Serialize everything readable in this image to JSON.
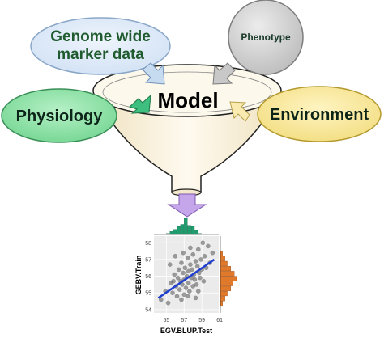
{
  "diagram": {
    "inputs": {
      "genome": {
        "line1": "Genome wide",
        "line2": "marker data",
        "fill": "#d9e7f7",
        "text_color": "#1f5b2e"
      },
      "phenotype": {
        "label": "Phenotype",
        "fill": "#d0d0d0",
        "text_color": "#1a3a2a"
      },
      "physiology": {
        "label": "Physiology",
        "fill": "#8fe0a5",
        "text_color": "#0d2418"
      },
      "environment": {
        "label": "Environment",
        "fill": "#f7e79a",
        "text_color": "#0d2418"
      }
    },
    "center": {
      "label": "Model",
      "funnel_fill": "#fdf6e4"
    },
    "arrows": {
      "blue": "#c7dbf0",
      "gray": "#c8c8c8",
      "green": "#3fbf7f",
      "yellow": "#f9eab0",
      "purple": "#c5a6ea"
    },
    "plot": {
      "xlabel": "EGV.BLUP.Test",
      "ylabel": "GEBV.Train",
      "xticks": [
        "55",
        "57",
        "59",
        "61"
      ],
      "yticks": [
        "54",
        "55",
        "56",
        "57",
        "58"
      ],
      "top_hist_color": "#1e9e6e",
      "side_hist_color": "#e07a2a",
      "fit_color": "#1f3fd0"
    }
  },
  "chart_data": {
    "type": "scatter",
    "xlabel": "EGV.BLUP.Test",
    "ylabel": "GEBV.Train",
    "xlim": [
      53.6,
      60.9
    ],
    "ylim": [
      53.8,
      58.4
    ],
    "xticks": [
      55,
      57,
      59,
      61
    ],
    "yticks": [
      54,
      55,
      56,
      57,
      58
    ],
    "grid": true,
    "fit_line": {
      "x": [
        54.1,
        60.4
      ],
      "y": [
        54.7,
        57.0
      ]
    },
    "top_histogram": {
      "bins": [
        55.0,
        55.4,
        55.8,
        56.2,
        56.6,
        57.0,
        57.4,
        57.8,
        58.2,
        58.6
      ],
      "counts": [
        1,
        3,
        5,
        8,
        10,
        16,
        9,
        8,
        4,
        1
      ]
    },
    "side_histogram": {
      "bins": [
        54.2,
        54.5,
        54.8,
        55.1,
        55.4,
        55.7,
        56.0,
        56.3,
        56.6,
        56.9,
        57.2
      ],
      "counts": [
        2,
        4,
        6,
        9,
        11,
        14,
        12,
        9,
        6,
        4,
        2
      ]
    },
    "points": [
      [
        54.4,
        54.6
      ],
      [
        54.9,
        55.1
      ],
      [
        55.2,
        54.4
      ],
      [
        55.5,
        55.6
      ],
      [
        55.7,
        55.0
      ],
      [
        55.9,
        56.1
      ],
      [
        56.1,
        55.4
      ],
      [
        56.2,
        54.8
      ],
      [
        56.3,
        55.9
      ],
      [
        56.4,
        56.4
      ],
      [
        56.5,
        55.2
      ],
      [
        56.6,
        55.7
      ],
      [
        56.7,
        56.8
      ],
      [
        56.8,
        55.5
      ],
      [
        56.9,
        56.2
      ],
      [
        57.0,
        54.9
      ],
      [
        57.0,
        55.8
      ],
      [
        57.1,
        56.5
      ],
      [
        57.2,
        55.3
      ],
      [
        57.3,
        56.0
      ],
      [
        57.4,
        57.1
      ],
      [
        57.5,
        55.6
      ],
      [
        57.5,
        56.3
      ],
      [
        57.6,
        55.1
      ],
      [
        57.7,
        56.7
      ],
      [
        57.8,
        55.9
      ],
      [
        57.9,
        56.4
      ],
      [
        58.0,
        55.4
      ],
      [
        58.0,
        57.3
      ],
      [
        58.1,
        56.1
      ],
      [
        58.2,
        55.8
      ],
      [
        58.3,
        56.9
      ],
      [
        58.4,
        55.5
      ],
      [
        58.5,
        56.6
      ],
      [
        58.6,
        57.6
      ],
      [
        58.7,
        56.2
      ],
      [
        58.8,
        55.9
      ],
      [
        58.9,
        57.0
      ],
      [
        59.0,
        56.4
      ],
      [
        59.2,
        55.7
      ],
      [
        59.3,
        57.2
      ],
      [
        59.5,
        56.5
      ],
      [
        59.7,
        57.8
      ],
      [
        59.9,
        56.8
      ],
      [
        60.2,
        57.4
      ],
      [
        55.4,
        56.7
      ],
      [
        56.0,
        57.2
      ],
      [
        56.7,
        54.6
      ],
      [
        57.4,
        54.8
      ],
      [
        58.3,
        54.7
      ],
      [
        55.8,
        55.7
      ],
      [
        56.9,
        57.4
      ],
      [
        57.7,
        57.7
      ],
      [
        58.6,
        55.1
      ],
      [
        59.1,
        58.0
      ]
    ]
  }
}
